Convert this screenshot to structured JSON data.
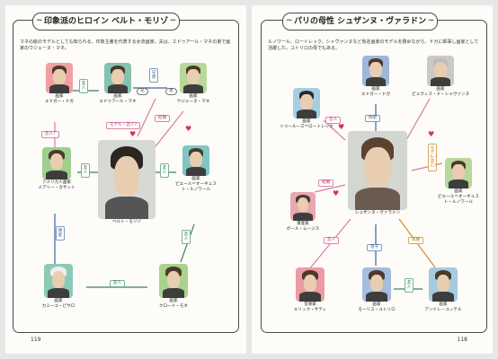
{
  "left_page": {
    "title": "印象派のヒロイン ベルト・モリゾ",
    "intro": "マネの絵のモデルとしても知られる、印象主義を代表する女流画家。夫は、エドゥアール・マネの弟で画家のウジェーヌ・マネ。",
    "page_number": "119",
    "people": {
      "degas": {
        "role": "画家",
        "name": "エドガー・ドガ"
      },
      "edouard": {
        "role": "画家",
        "name": "エドゥアール・マネ"
      },
      "eugene": {
        "role": "画家",
        "name": "ウジェーヌ・マネ"
      },
      "cassatt": {
        "role": "アメリカ人画家",
        "name": "メアリー・カサット"
      },
      "morisot": {
        "name": "ベルト・モリゾ"
      },
      "renoir": {
        "role": "画家",
        "name": "ピエール＝オーギュスト・ルノワール"
      },
      "pissarro": {
        "role": "画家",
        "name": "カミーユ・ピサロ"
      },
      "monet": {
        "role": "画家",
        "name": "クロード・モネ"
      }
    },
    "tags": {
      "degas_edouard": "友人",
      "edouard_eugene": "兄弟",
      "brother": "兄",
      "younger": "弟",
      "model_lover": "モデル・恋人?",
      "married": "結婚",
      "degas_cassatt": "恋人?",
      "cassatt_morisot": "友人",
      "morisot_renoir": "友人",
      "cassatt_pissarro": "師匠",
      "renoir_monet": "友人",
      "pissarro_monet": "友人"
    }
  },
  "right_page": {
    "title": "パリの母性 シュザンヌ・ヴァラドン",
    "intro": "ルノワール、ロートレック、シャヴァンヌなど有名画家のモデルを務めながら、ドガに師事し画家として活躍した。ユトリロの母でもある。",
    "page_number": "118",
    "people": {
      "degas": {
        "role": "画家",
        "name": "エドガー・ドガ"
      },
      "chavannes": {
        "role": "画家",
        "name": "ピュヴィス・ド・シャヴァンヌ"
      },
      "lautrec": {
        "role": "画家",
        "name": "トゥールーズ＝ロートレック"
      },
      "valadon": {
        "name": "シュザンヌ・ヴァラドン"
      },
      "renoir": {
        "role": "画家",
        "name": "ピエール＝オーギュスト・ルノワール"
      },
      "mousis": {
        "role": "資産家",
        "name": "ポール・ムージス"
      },
      "satie": {
        "role": "音楽家",
        "name": "エリック・サティ"
      },
      "utrillo": {
        "role": "画家",
        "name": "モーリス・ユトリロ"
      },
      "utter": {
        "role": "画家",
        "name": "アンドレ・ユッテル"
      }
    },
    "tags": {
      "degas_valadon": "師弟",
      "lautrec_valadon": "恋人",
      "model_lover": "モデル・恋人?",
      "mousis_valadon": "結婚",
      "satie_valadon": "恋人",
      "son": "息子",
      "utter_valadon": "再婚",
      "utrillo_utter": "友人"
    }
  }
}
